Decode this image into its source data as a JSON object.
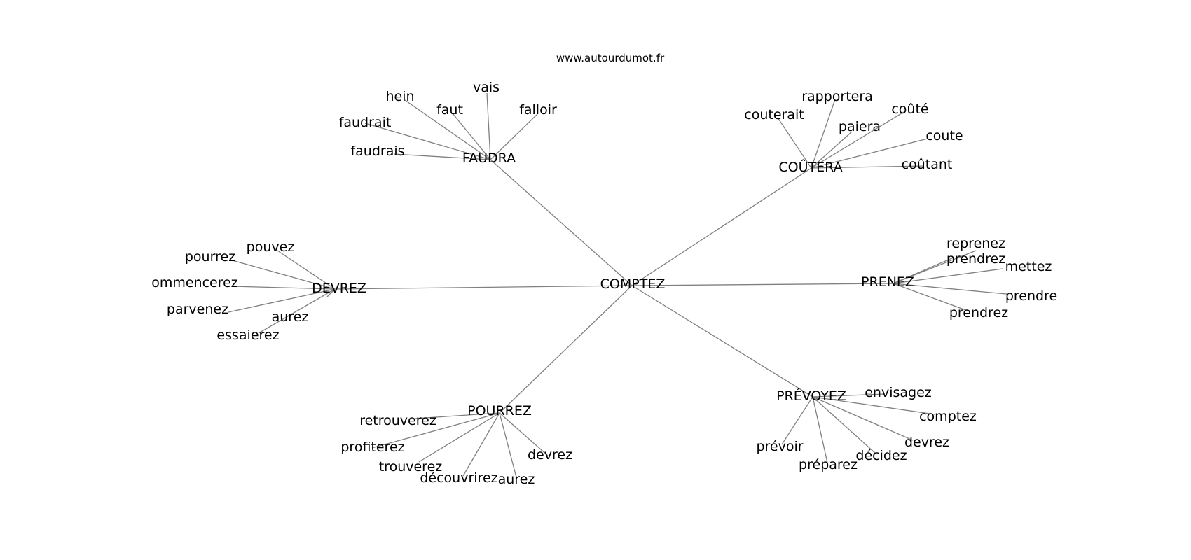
{
  "credit": "www.autourdumot.fr",
  "colors": {
    "edge": "#808080",
    "text": "#000000",
    "background": "#ffffff"
  },
  "center": {
    "label": "COMPTEZ"
  },
  "hubs": [
    {
      "id": "faudra",
      "label": "FAUDRA",
      "words": [
        "vais",
        "hein",
        "faut",
        "falloir",
        "faudrait",
        "faudrais"
      ]
    },
    {
      "id": "coutera",
      "label": "COÛTERA",
      "words": [
        "rapportera",
        "couterait",
        "coûté",
        "paiera",
        "coute",
        "coûtant"
      ]
    },
    {
      "id": "devrez",
      "label": "DEVREZ",
      "words": [
        "pouvez",
        "pourrez",
        "ommencerez",
        "parvenez",
        "aurez",
        "essaierez"
      ]
    },
    {
      "id": "prenez",
      "label": "PRENEZ",
      "words": [
        "reprenez",
        "prendrez",
        "mettez",
        "prendre",
        "prendrez"
      ]
    },
    {
      "id": "pourrez",
      "label": "POURREZ",
      "words": [
        "retrouverez",
        "profiterez",
        "trouverez",
        "découvrirez",
        "aurez",
        "devrez"
      ]
    },
    {
      "id": "prevoyez",
      "label": "PRÉVOYEZ",
      "words": [
        "envisagez",
        "comptez",
        "devrez",
        "décidez",
        "préparez",
        "prévoir"
      ]
    }
  ]
}
